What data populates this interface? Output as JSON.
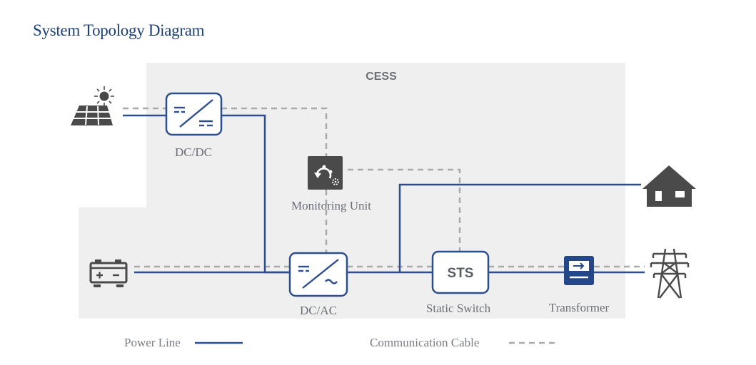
{
  "title": "System Topology Diagram",
  "cess_label": "CESS",
  "nodes": {
    "dcdc": "DC/DC",
    "monitoring": "Monitoring Unit",
    "dcac": "DC/AC",
    "sts_box": "STS",
    "sts": "Static Switch",
    "transformer": "Transformer"
  },
  "icons": {
    "solar": "solar-panel-icon",
    "battery": "battery-icon",
    "house": "house-icon",
    "grid": "power-tower-icon",
    "monitoring": "monitoring-unit-icon",
    "transformer": "transformer-icon"
  },
  "legend": {
    "power_line": "Power Line",
    "communication_cable": "Communication Cable"
  },
  "colors": {
    "power_line": "#2e4f8e",
    "communication_cable": "#a7a9ac",
    "cess_background": "#efefef",
    "box_border": "#2e4f8e",
    "title": "#1d3f73"
  }
}
